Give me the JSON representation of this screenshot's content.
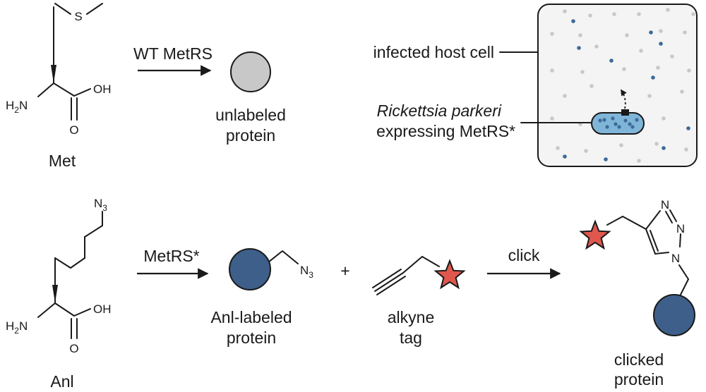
{
  "met": {
    "name": "Met",
    "atom_s": "S",
    "atom_oh": "OH",
    "atom_o": "O",
    "atom_h2n": "H",
    "atom_h2n_sub": "2",
    "atom_h2n_n": "N"
  },
  "anl": {
    "name": "Anl",
    "atom_n3": "N",
    "atom_n3_sub": "3",
    "atom_oh": "OH",
    "atom_o": "O",
    "atom_h2n": "H",
    "atom_h2n_sub": "2",
    "atom_h2n_n": "N"
  },
  "arrows": {
    "wt_metrs": "WT MetRS",
    "metrs_star": "MetRS*",
    "click": "click"
  },
  "proteins": {
    "unlabeled_line1": "unlabeled",
    "unlabeled_line2": "protein",
    "anl_line1": "Anl-labeled",
    "anl_line2": "protein",
    "anl_azide": "N",
    "anl_azide_sub": "3",
    "alkyne_line1": "alkyne",
    "alkyne_line2": "tag",
    "plus": "+",
    "clicked_line1": "clicked",
    "clicked_line2": "protein",
    "triazole_n": "N",
    "triazole_n2": "N",
    "triazole_n3": "N"
  },
  "cell": {
    "host_label": "infected host cell",
    "bacterium_line1": "Rickettsia parkeri",
    "bacterium_line2": "expressing MetRS*"
  },
  "colors": {
    "protein_gray": "#c8c8c8",
    "protein_blue": "#3d5f8a",
    "tag_red": "#e0574e",
    "cell_fill": "#f4f4f4",
    "bacterium_fill": "#7fb6d8",
    "dot_blue": "#3d6a99",
    "dot_gray": "#c8c8c8"
  }
}
